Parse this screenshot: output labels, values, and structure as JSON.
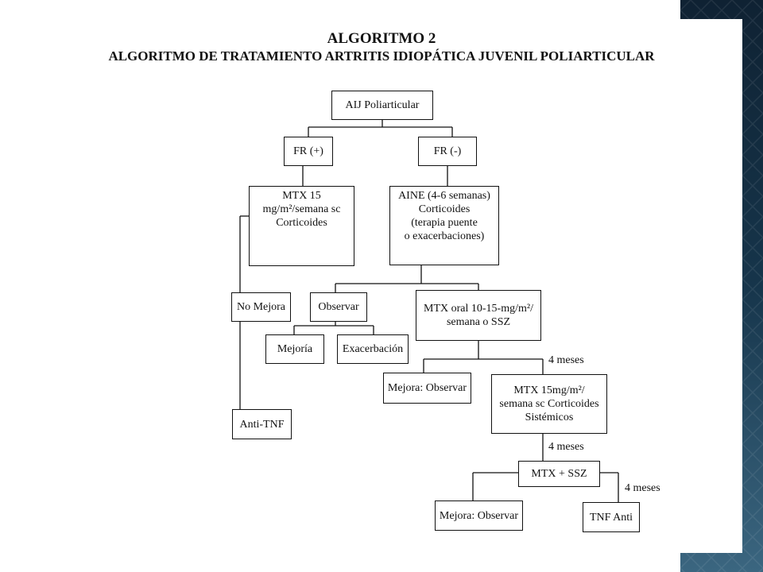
{
  "titles": {
    "line1": "ALGORITMO 2",
    "line2": "ALGORITMO DE TRATAMIENTO ARTRITIS IDIOPÁTICA JUVENIL POLIARTICULAR"
  },
  "nodes": {
    "aij": "AIJ Poliarticular",
    "fr_pos": "FR (+)",
    "fr_neg": "FR (-)",
    "mtx15": [
      "MTX 15",
      "mg/m²/semana sc",
      "Corticoides"
    ],
    "aine": [
      "AINE (4-6 semanas)",
      "Corticoides",
      "(terapia puente",
      "o exacerbaciones)"
    ],
    "no_mejora": "No Mejora",
    "observar": "Observar",
    "mtx_oral": [
      "MTX oral 10-15-mg/m²/",
      "semana o SSZ"
    ],
    "mejoria": "Mejoría",
    "exacerbacion": "Exacerbación",
    "mejora_obs1": "Mejora: Observar",
    "mtx_sc": [
      "MTX 15mg/m²/",
      "semana sc Corticoides",
      "Sistémicos"
    ],
    "anti_tnf": "Anti-TNF",
    "mtx_ssz": "MTX + SSZ",
    "mejora_obs2": "Mejora: Observar",
    "tnf_anti": "TNF Anti"
  },
  "edge_labels": {
    "m1": "4 meses",
    "m2": "4 meses",
    "m3": "4 meses"
  },
  "colors": {
    "sidebar_dark": "#10283a",
    "sidebar_light": "#3a6178"
  }
}
